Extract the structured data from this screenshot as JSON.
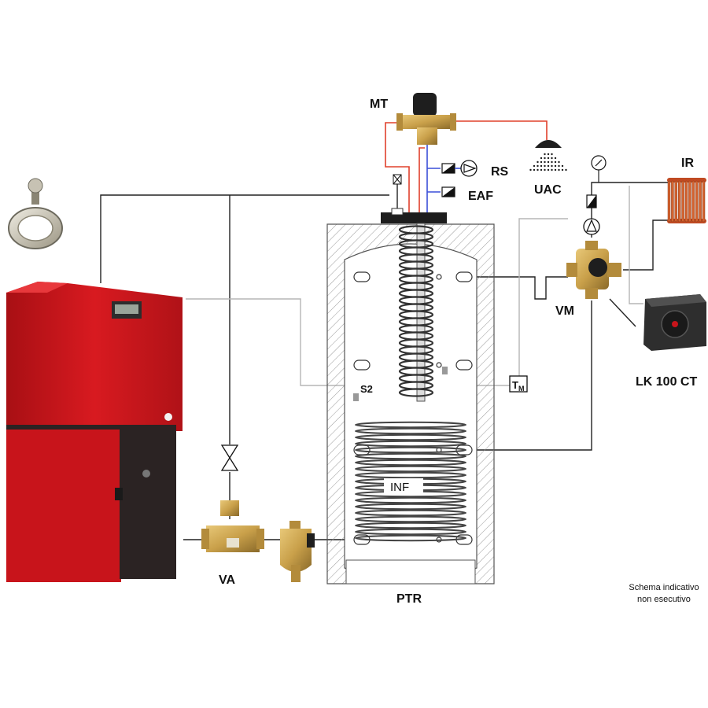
{
  "labels": {
    "mt": "MT",
    "rs": "RS",
    "eaf": "EAF",
    "uac": "UAC",
    "ir": "IR",
    "vm": "VM",
    "lk": "LK 100 CT",
    "s2": "S2",
    "tm": "T",
    "tm_sub": "M",
    "inf": "INF",
    "va": "VA",
    "ptr": "PTR"
  },
  "note": {
    "line1": "Schema indicativo",
    "line2": "non esecutivo"
  },
  "colors": {
    "boiler_red": "#c8141b",
    "boiler_dark": "#2b2323",
    "brass": "#c9a04a",
    "hot_pipe": "#e0402c",
    "cold_pipe": "#3a4fd8",
    "line": "#222222",
    "sensor_line": "#b5b5b5"
  },
  "icons": [
    "damper-icon",
    "mixing-valve-icon",
    "shower-icon",
    "pump-icon",
    "check-valve-icon",
    "gauge-icon",
    "radiator-icon",
    "actuator-icon",
    "ball-valve-icon",
    "dirt-separator-icon"
  ]
}
